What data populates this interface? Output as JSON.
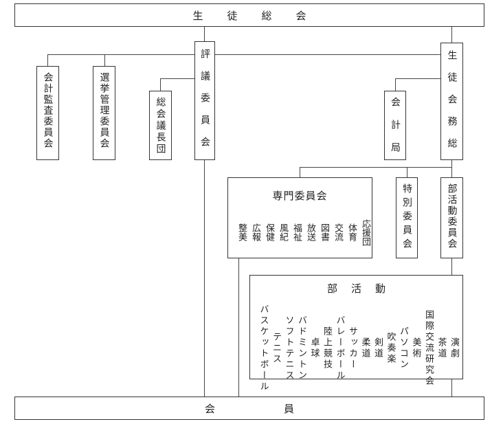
{
  "top": {
    "label": "生徒総会"
  },
  "bottom": {
    "label": "会員"
  },
  "boxes": {
    "kaikei_kansa": "会計監査委員会",
    "senkyo": "選挙管理委員会",
    "sokai_gicho": "総会議長団",
    "hyogi": "評議委員会",
    "seito_jimu": "生徒会務総",
    "kaikei_kyoku": "会計局",
    "tokubetsu": "特別委員会",
    "bukatsu_iinkai": "部活動委員会"
  },
  "senmon": {
    "title": "専門委員会",
    "columns": [
      "整美",
      "広報",
      "保健",
      "風紀",
      "福祉",
      "放送",
      "図書",
      "交流",
      "体育",
      "応援団"
    ]
  },
  "bukatsu": {
    "title": "部活動",
    "columns": [
      "演劇",
      "茶道",
      "国際交流研究会",
      "美術",
      "パソコン",
      "吹奏楽",
      "剣道",
      "柔道",
      "サッカー",
      "バレーボール",
      "陸上競技",
      "卓球",
      "バドミントン",
      "ソフトテニス",
      "テニス",
      "バスケットボール"
    ]
  }
}
